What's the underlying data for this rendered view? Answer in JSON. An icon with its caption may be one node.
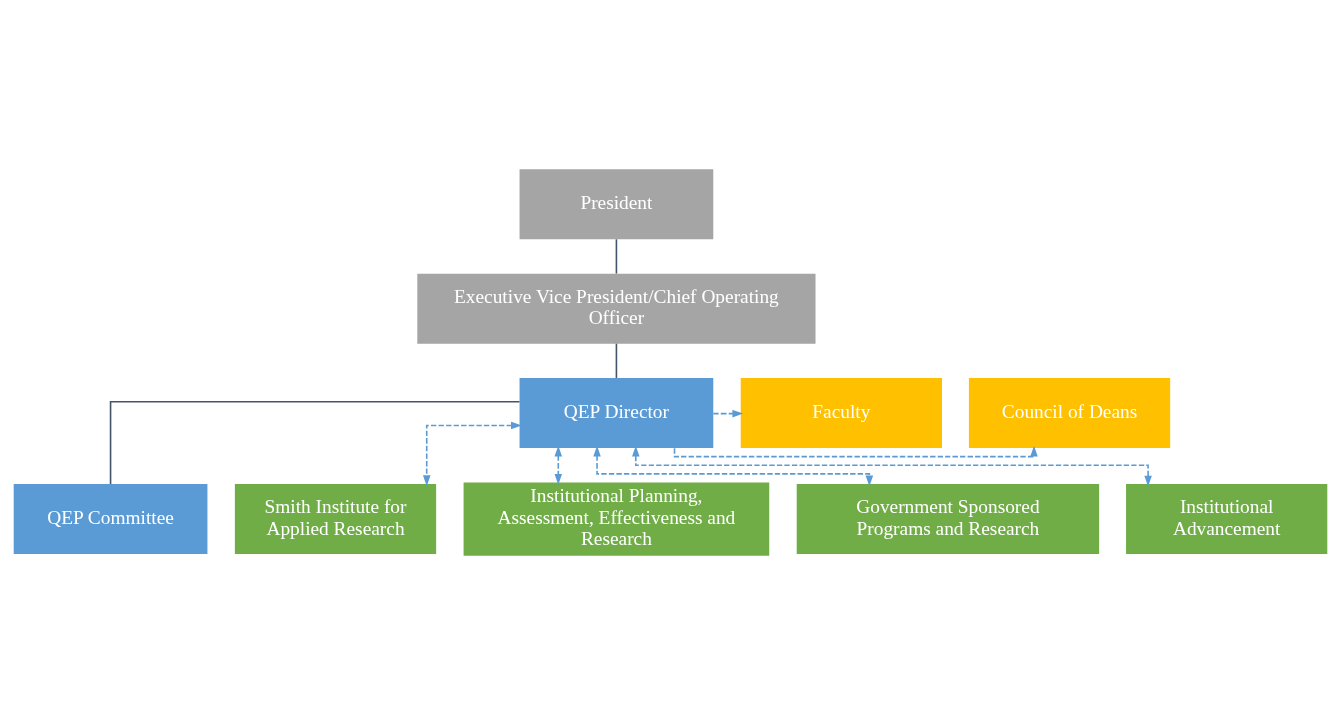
{
  "diagram": {
    "nodes": [
      {
        "text": [
          "President"
        ]
      },
      {
        "text": [
          "Executive Vice President/Chief Operating Officer"
        ]
      },
      {
        "text": [
          "QEP Director"
        ]
      },
      {
        "text": [
          "QEP Committee"
        ]
      },
      {
        "text": [
          "Council of Deans"
        ]
      },
      {
        "text": [
          "Faculty"
        ]
      },
      {
        "text": [
          "Smith Institute for Applied Research"
        ]
      },
      {
        "text": [
          "Institutional Planning, Assessment, Effectiveness and Research"
        ]
      },
      {
        "text": [
          "Government Sponsored Programs and Research"
        ]
      },
      {
        "text": [
          "Institutional Advancement"
        ]
      }
    ],
    "edges": [
      {
        "from": 0,
        "to": 1,
        "arrow": "none",
        "color": "#44546a"
      },
      {
        "from": 1,
        "to": 2,
        "arrow": "none",
        "color": "#44546a"
      },
      {
        "from": 2,
        "to": 3,
        "arrow": "none",
        "color": "#44546a"
      },
      {
        "from": 2,
        "to": 4,
        "arrow": "to",
        "style": "dashed"
      },
      {
        "from": 2,
        "to": 5,
        "arrow": "to",
        "style": "dashed"
      },
      {
        "from": 2,
        "to": 6,
        "arrow": "both",
        "style": "dashed"
      },
      {
        "from": 2,
        "to": 7,
        "arrow": "both",
        "style": "dashed"
      },
      {
        "from": 2,
        "to": 8,
        "arrow": "both",
        "style": "dashed"
      },
      {
        "from": 2,
        "to": 9,
        "arrow": "both",
        "style": "dashed"
      }
    ]
  }
}
